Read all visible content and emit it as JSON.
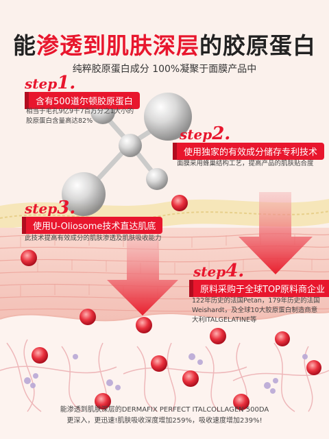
{
  "title": {
    "part1": "能",
    "part_red": "渗透到肌肤深层",
    "part2": "的胶原蛋白"
  },
  "subtitle": "纯粹胶原蛋白成分  100%凝聚于面膜产品中",
  "steps": [
    {
      "word": "step",
      "num": "1.",
      "label": "含有500道尔顿胶原蛋白",
      "desc": [
        "相当于毛孔9亿9千7百万分之1大小的",
        "胶原蛋白含量高达82%"
      ]
    },
    {
      "word": "step",
      "num": "2.",
      "label": "使用独家的有效成分储存专利技术",
      "desc": [
        "面膜采用蜂巢结构工艺，提高产品的肌肤贴合度"
      ]
    },
    {
      "word": "step",
      "num": "3.",
      "label": "使用U-Oliosome技术直达肌底",
      "desc": [
        "此技术提高有效成分的肌肤渗透及肌肤吸收能力"
      ]
    },
    {
      "word": "step",
      "num": "4.",
      "label": "原料采购于全球TOP原料商企业",
      "desc": [
        "122年历史的法国Petan，179年历史的法国",
        "Weishardt，及全球10大胶原蛋白制造商意",
        "大利ITALGELATINE等"
      ]
    }
  ],
  "footer": {
    "line1": "能渗透到肌肤深层的DERMAFIX PERFECT ITALCOLLAGEN 500DA",
    "line2": "更深入，更迅速!肌肤吸收深度增加259%，吸收速度增加239%!"
  },
  "colors": {
    "accent": "#e8162d",
    "skin": "#f7cfc6",
    "background": "#fbf1ec"
  },
  "icons": [
    "collagen-molecule-icon",
    "collagen-bead-icon",
    "down-arrow-icon"
  ]
}
